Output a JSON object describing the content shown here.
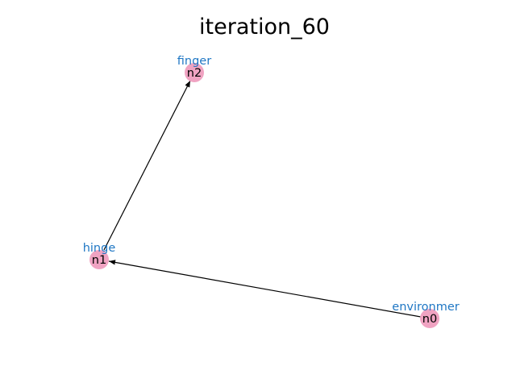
{
  "title": "iteration_60",
  "colors": {
    "node_fill": "#f0a3c2",
    "label_text": "#1f77c4",
    "edge": "#000000"
  },
  "graph": {
    "nodes": [
      {
        "id": "n0",
        "label": "environmer"
      },
      {
        "id": "n1",
        "label": "hinge"
      },
      {
        "id": "n2",
        "label": "finger"
      }
    ],
    "edges": [
      {
        "from": "n0",
        "to": "n1"
      },
      {
        "from": "n1",
        "to": "n2"
      }
    ]
  }
}
